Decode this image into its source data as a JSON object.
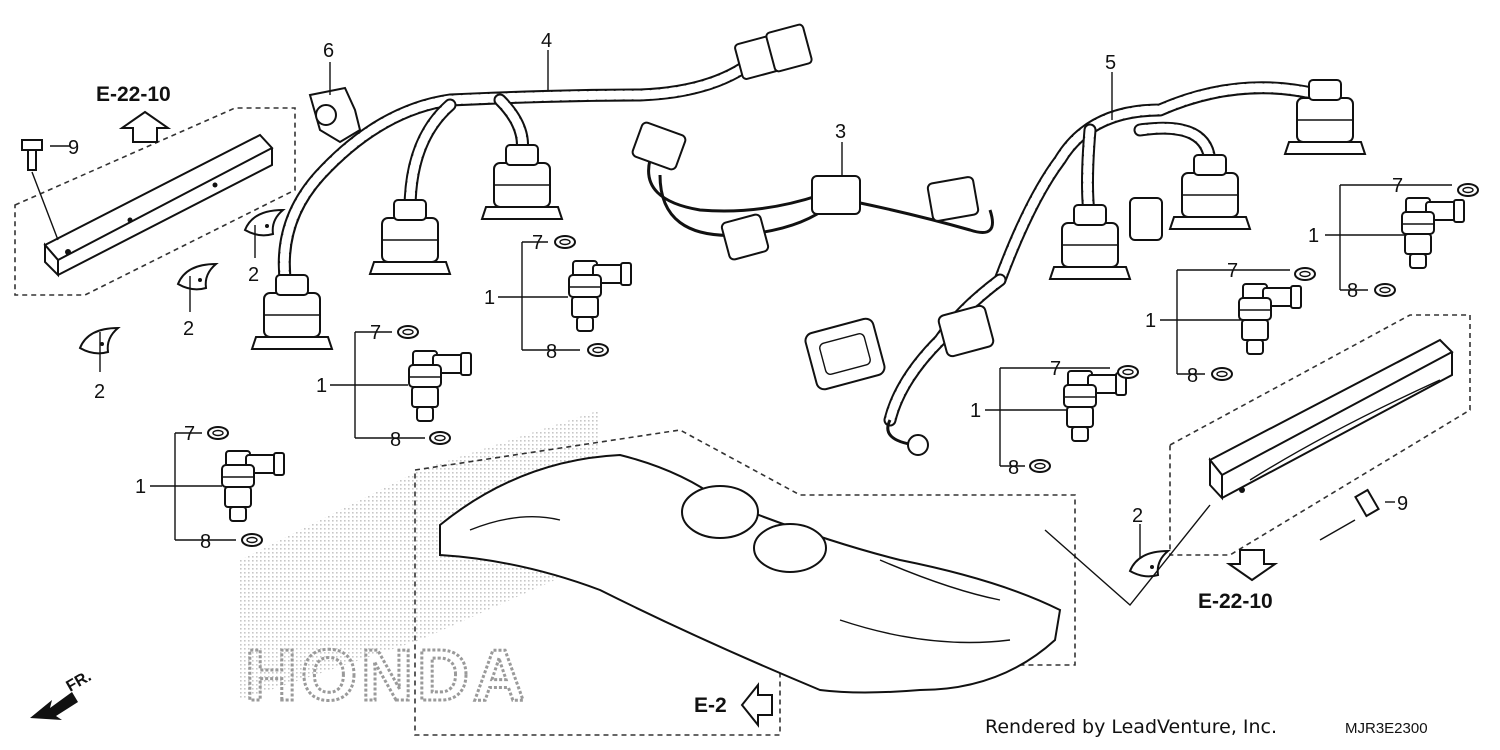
{
  "diagram": {
    "callouts": {
      "c1a": "1",
      "c1b": "1",
      "c1c": "1",
      "c1d": "1",
      "c1e": "1",
      "c1f": "1",
      "c2a": "2",
      "c2b": "2",
      "c2c": "2",
      "c2d": "2",
      "c3": "3",
      "c4": "4",
      "c5": "5",
      "c6": "6",
      "c7a": "7",
      "c7b": "7",
      "c7c": "7",
      "c7d": "7",
      "c7e": "7",
      "c7f": "7",
      "c8a": "8",
      "c8b": "8",
      "c8c": "8",
      "c8d": "8",
      "c8e": "8",
      "c8f": "8",
      "c9a": "9",
      "c9b": "9"
    },
    "references": {
      "ref_top_left": "E-22-10",
      "ref_bottom_right": "E-22-10",
      "ref_bottom": "E-2"
    },
    "direction_label": "FR.",
    "watermark": "HONDA",
    "footer": {
      "rendered_by": "Rendered by LeadVenture, Inc.",
      "diagram_code": "MJR3E2300"
    }
  }
}
